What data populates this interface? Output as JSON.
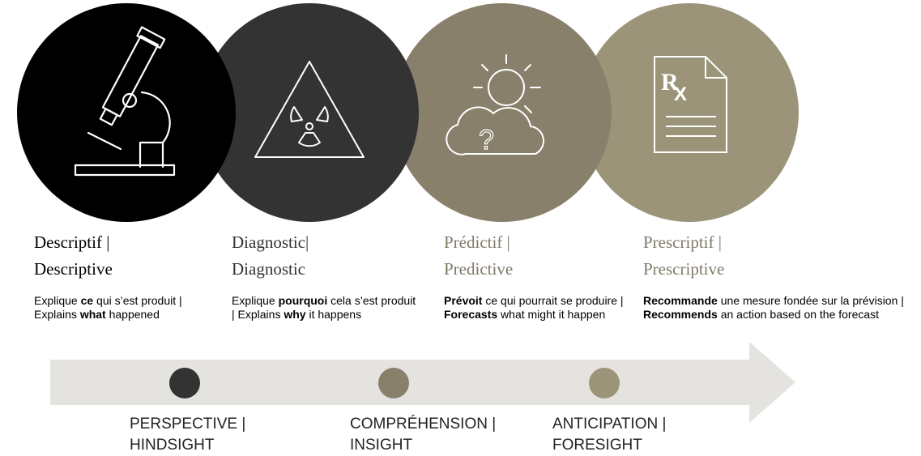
{
  "colors": {
    "stage1": "#000000",
    "stage2": "#333333",
    "stage3": "#88806a",
    "stage4": "#9b9479",
    "gold_text": "#7f7a68",
    "arrow": "#e4e3e0"
  },
  "stages": [
    {
      "icon": "microscope-icon",
      "title_line1": "Descriptif |",
      "title_line2": "Descriptive",
      "desc": [
        {
          "text": "Explique ",
          "bold": false
        },
        {
          "text": "ce",
          "bold": true
        },
        {
          "text": " qui s’est produit | Explains ",
          "bold": false
        },
        {
          "text": "what",
          "bold": true
        },
        {
          "text": " happened",
          "bold": false
        }
      ]
    },
    {
      "icon": "radiation-warning-icon",
      "title_line1": "Diagnostic|",
      "title_line2": "Diagnostic",
      "desc": [
        {
          "text": "Explique ",
          "bold": false
        },
        {
          "text": "pourquoi",
          "bold": true
        },
        {
          "text": " cela s’est produit | Explains ",
          "bold": false
        },
        {
          "text": "why",
          "bold": true
        },
        {
          "text": " it happens",
          "bold": false
        }
      ]
    },
    {
      "icon": "weather-forecast-icon",
      "title_line1": "Prédictif  |",
      "title_line2": "Predictive",
      "desc": [
        {
          "text": "Prévoit",
          "bold": true
        },
        {
          "text": " ce qui pourrait se produire | ",
          "bold": false
        },
        {
          "text": "Forecasts",
          "bold": true
        },
        {
          "text": " what might it happen",
          "bold": false
        }
      ]
    },
    {
      "icon": "prescription-icon",
      "title_line1": "Prescriptif  |",
      "title_line2": "Prescriptive",
      "desc": [
        {
          "text": "Recommande",
          "bold": true
        },
        {
          "text": " une mesure fondée sur la prévision | ",
          "bold": false
        },
        {
          "text": "Recommends",
          "bold": true
        },
        {
          "text": " an action based on the forecast",
          "bold": false
        }
      ]
    }
  ],
  "milestones": [
    {
      "line1": "PERSPECTIVE |",
      "line2": "HINDSIGHT"
    },
    {
      "line1": "COMPRÉHENSION |",
      "line2": "INSIGHT"
    },
    {
      "line1": "ANTICIPATION |",
      "line2": "FORESIGHT"
    }
  ]
}
